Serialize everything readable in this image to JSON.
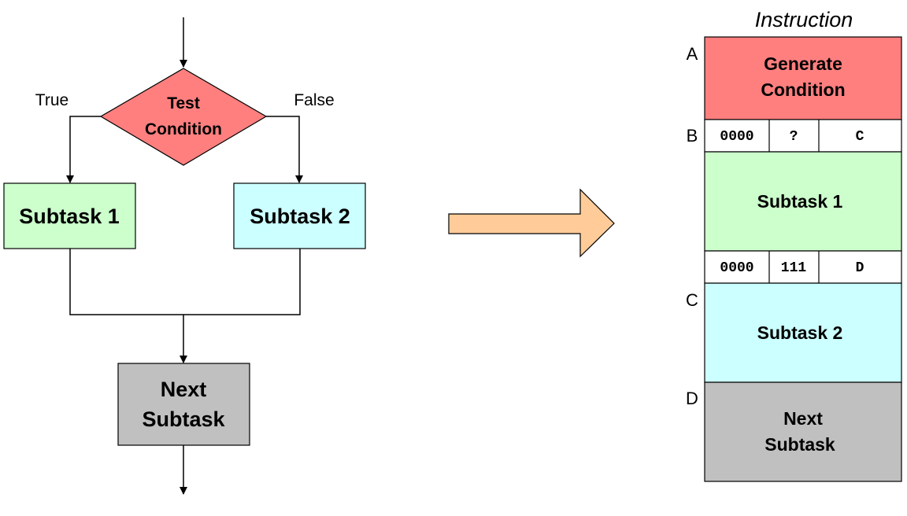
{
  "flowchart": {
    "decision": {
      "line1": "Test",
      "line2": "Condition"
    },
    "true_label": "True",
    "false_label": "False",
    "subtask1": "Subtask 1",
    "subtask2": "Subtask 2",
    "next": {
      "line1": "Next",
      "line2": "Subtask"
    }
  },
  "memory": {
    "title": "Instruction",
    "addr_a": "A",
    "addr_b": "B",
    "addr_c": "C",
    "addr_d": "D",
    "generate": {
      "line1": "Generate",
      "line2": "Condition"
    },
    "branch1": {
      "opcode": "0000",
      "nzp": "?",
      "target": "C"
    },
    "subtask1": "Subtask 1",
    "branch2": {
      "opcode": "0000",
      "nzp": "111",
      "target": "D"
    },
    "subtask2": "Subtask 2",
    "next": {
      "line1": "Next",
      "line2": "Subtask"
    }
  },
  "colors": {
    "red": "#ff7f7f",
    "green": "#ccffcc",
    "cyan": "#ccffff",
    "gray": "#c0c0c0",
    "arrow": "#ffcc99"
  }
}
